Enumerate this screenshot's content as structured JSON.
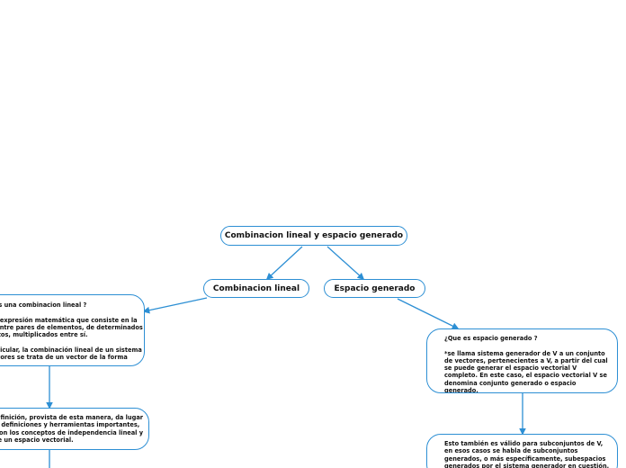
{
  "map": {
    "root": "Combinacion lineal y espacio generado",
    "branch_left": "Combinacion lineal",
    "branch_right": "Espacio generado",
    "left_note_1": "¿Que es una combinacion lineal ?\n\nEs una expresión matemática que consiste en la suma entre pares de elementos, de determinados conjuntos, multiplicados entre sí.\n\nEn particular, la combinación lineal de un sistema de vectores se trata de un vector de la forma",
    "left_note_2": "Esta definición, provista de esta manera, da lugar a otras definiciones y herramientas importantes, como son los conceptos de independencia lineal y base de un espacio vectorial.",
    "right_note_1": "¿Que es espacio generado ?\n\n*se llama sistema generador de V a un conjunto de vectores, pertenecientes a V, a partir del cual se puede generar el espacio vectorial V completo. En este caso, el espacio vectorial V se denomina conjunto generado o espacio generado.",
    "right_note_2": "Esto también es válido para subconjuntos de V, en esos casos se habla de subconjuntos generados, o más específicamente, subespacios generados por el sistema generador en cuestión."
  },
  "colors": {
    "line": "#2d8fd4",
    "border": "#2d8fd4",
    "text": "#111111",
    "background": "#ffffff"
  }
}
